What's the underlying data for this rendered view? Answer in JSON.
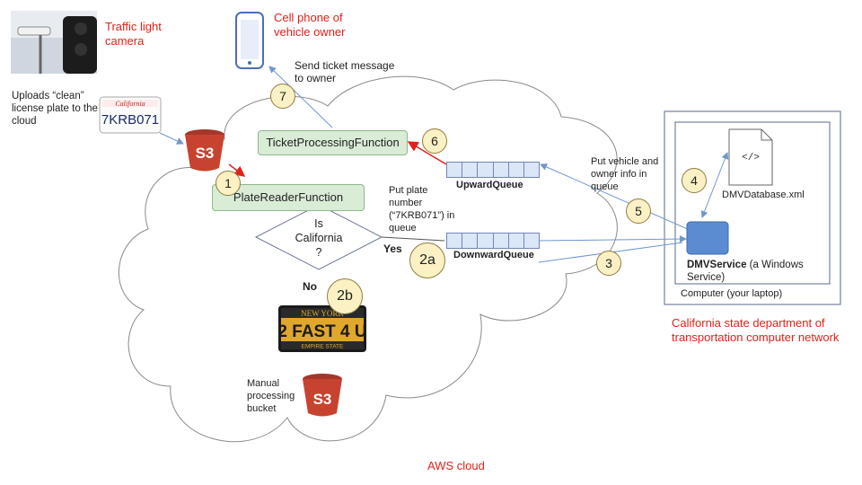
{
  "labels": {
    "camera": "Traffic light camera",
    "phone": "Cell phone of vehicle owner",
    "uploads": "Uploads “clean” license plate to the cloud",
    "send_ticket": "Send ticket message to owner",
    "put_vehicle": "Put vehicle and owner info in queue",
    "put_plate": "Put plate number (“7KRB071”) in queue",
    "is_california": "Is California ?",
    "yes": "Yes",
    "no": "No",
    "manual": "Manual processing bucket",
    "dmv_db": "DMVDatabase.xml",
    "code_icon": "</>",
    "dmv_service_bold": "DMVService",
    "dmv_service_rest": " (a Windows Service)",
    "computer": "Computer (your laptop)",
    "network": "California state department of transportation computer network",
    "aws_cloud": "AWS cloud"
  },
  "functions": {
    "ticket": "TicketProcessingFunction",
    "plate_reader": "PlateReaderFunction"
  },
  "queues": {
    "upward": "UpwardQueue",
    "downward": "DownwardQueue"
  },
  "steps": [
    "1",
    "2a",
    "2b",
    "3",
    "4",
    "5",
    "6",
    "7"
  ],
  "plates": {
    "california": {
      "state": "California",
      "number": "7KRB071"
    },
    "new_york": {
      "state": "NEW YORK",
      "number": "2 FAST 4 U",
      "footer": "EMPIRE STATE"
    }
  },
  "buckets": {
    "s3": "S3"
  },
  "colors": {
    "accent_red": "#e32119",
    "cloud_stroke": "#8a8a8a",
    "arrow_blue": "#6f96cf",
    "function_fill": "#d9ecd6",
    "step_fill": "#fbf1c4",
    "queue_fill": "#dbe6f6",
    "service_fill": "#5b8bd0",
    "s3_fill": "#c8432f"
  },
  "icons": [
    "camera-icon",
    "phone-icon",
    "file-code-icon",
    "s3-bucket-icon",
    "service-box-icon"
  ]
}
